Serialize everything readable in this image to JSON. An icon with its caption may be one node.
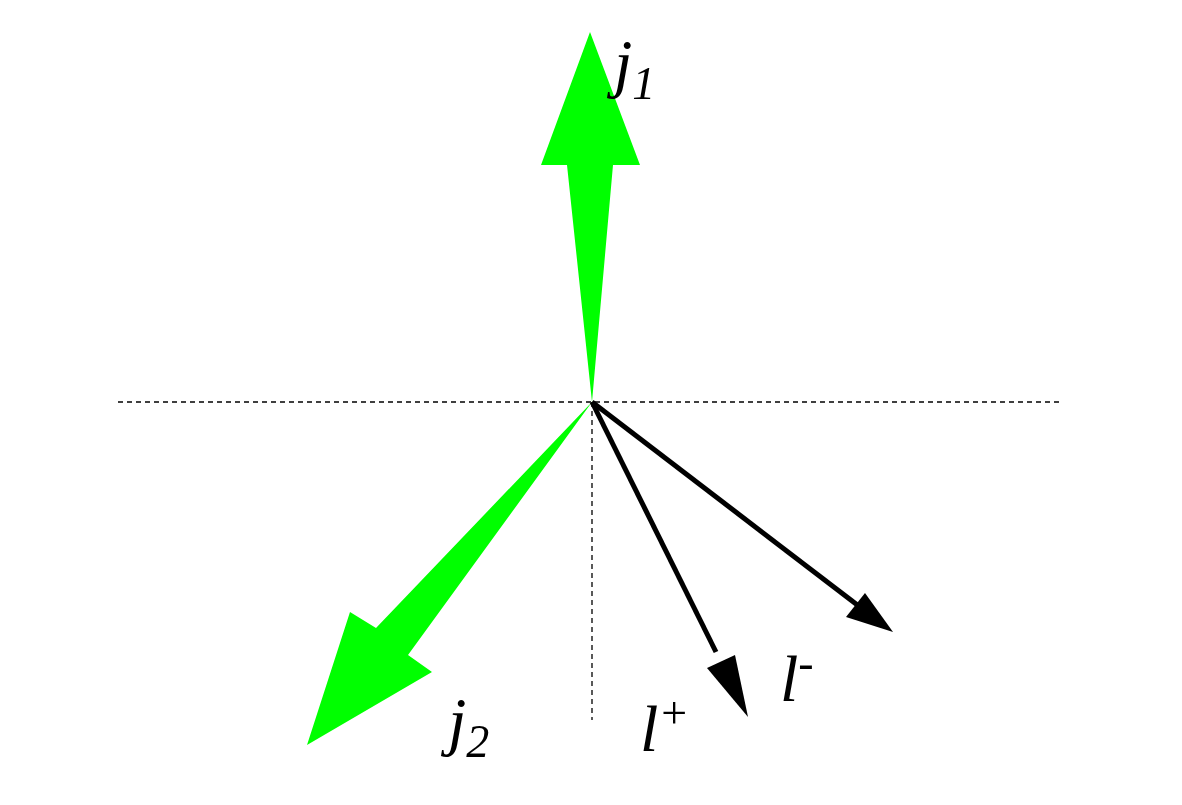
{
  "diagram": {
    "labels": [
      "j$_{1}$",
      "j$_{2}$",
      "l$^{+}$",
      "l$^{-}$"
    ]
  }
}
